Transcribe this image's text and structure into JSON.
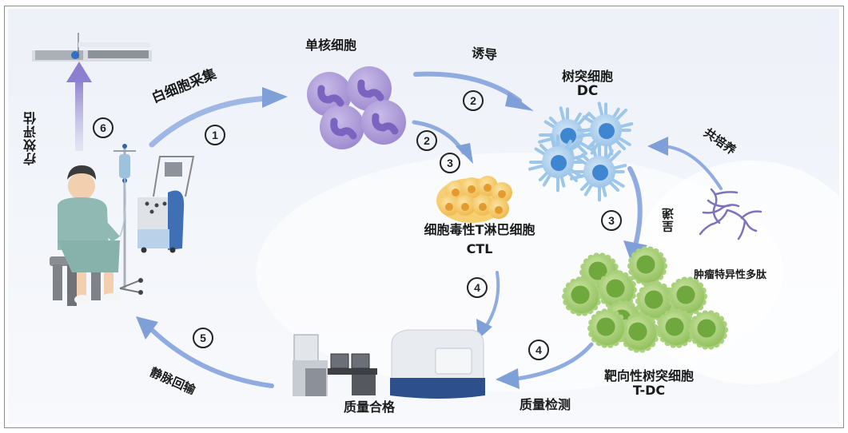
{
  "diagram": {
    "colors": {
      "arrow": "#7f9fd8",
      "arrow_purple": "#9a8ed0",
      "monocyte": "#a996d6",
      "monocyte_nucleus": "#7a64c0",
      "ctl": "#f3c25a",
      "ctl_nucleus": "#e39a2e",
      "dc": "#9cc6ea",
      "dc_nucleus": "#3f86d0",
      "tdc": "#9ec86a",
      "tdc_nucleus": "#6fa83c",
      "peptide": "#7e72bb",
      "gown": "#8fb9b2",
      "machine_blue": "#3f6fb5"
    },
    "steps": [
      {
        "id": "1",
        "label": "白细胞采集"
      },
      {
        "id": "2",
        "label": "诱导"
      },
      {
        "id": "3",
        "label": "呈递"
      },
      {
        "id": "4",
        "label": "质量检测"
      },
      {
        "id": "5",
        "label": "静脉回输"
      },
      {
        "id": "6",
        "label": "疗效评估"
      }
    ],
    "step_markers": {
      "s1": "1",
      "s2a": "2",
      "s2b": "2",
      "s3a": "3",
      "s3b": "3",
      "s4a": "4",
      "s4b": "4",
      "s5": "5",
      "s6": "6"
    },
    "nodes": {
      "monocyte": "单核细胞",
      "dc_cn": "树突细胞",
      "dc_en": "DC",
      "ctl_cn": "细胞毒性T淋巴细胞",
      "ctl_en": "CTL",
      "tdc_cn": "靶向性树突细胞",
      "tdc_en": "T-DC",
      "peptide": "肿瘤特异性多肽",
      "coculture": "共培养",
      "qualified": "质量合格"
    }
  }
}
